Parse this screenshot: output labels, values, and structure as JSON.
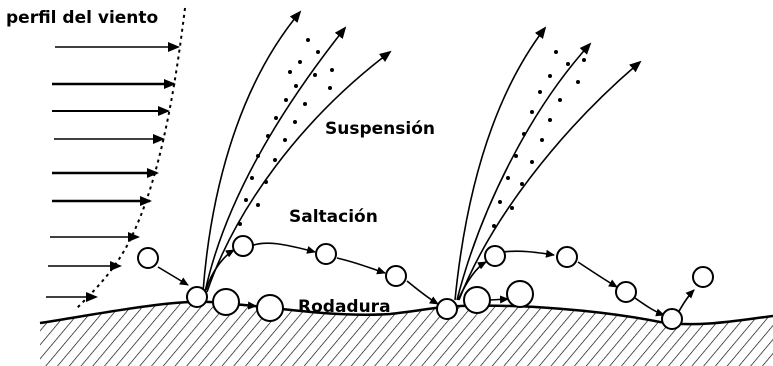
{
  "labels": {
    "wind_profile": "perfil del viento",
    "suspension": "Suspensión",
    "saltation": "Saltación",
    "rolling": "Rodadura"
  },
  "colors": {
    "ink": "#000000",
    "background": "#ffffff"
  }
}
